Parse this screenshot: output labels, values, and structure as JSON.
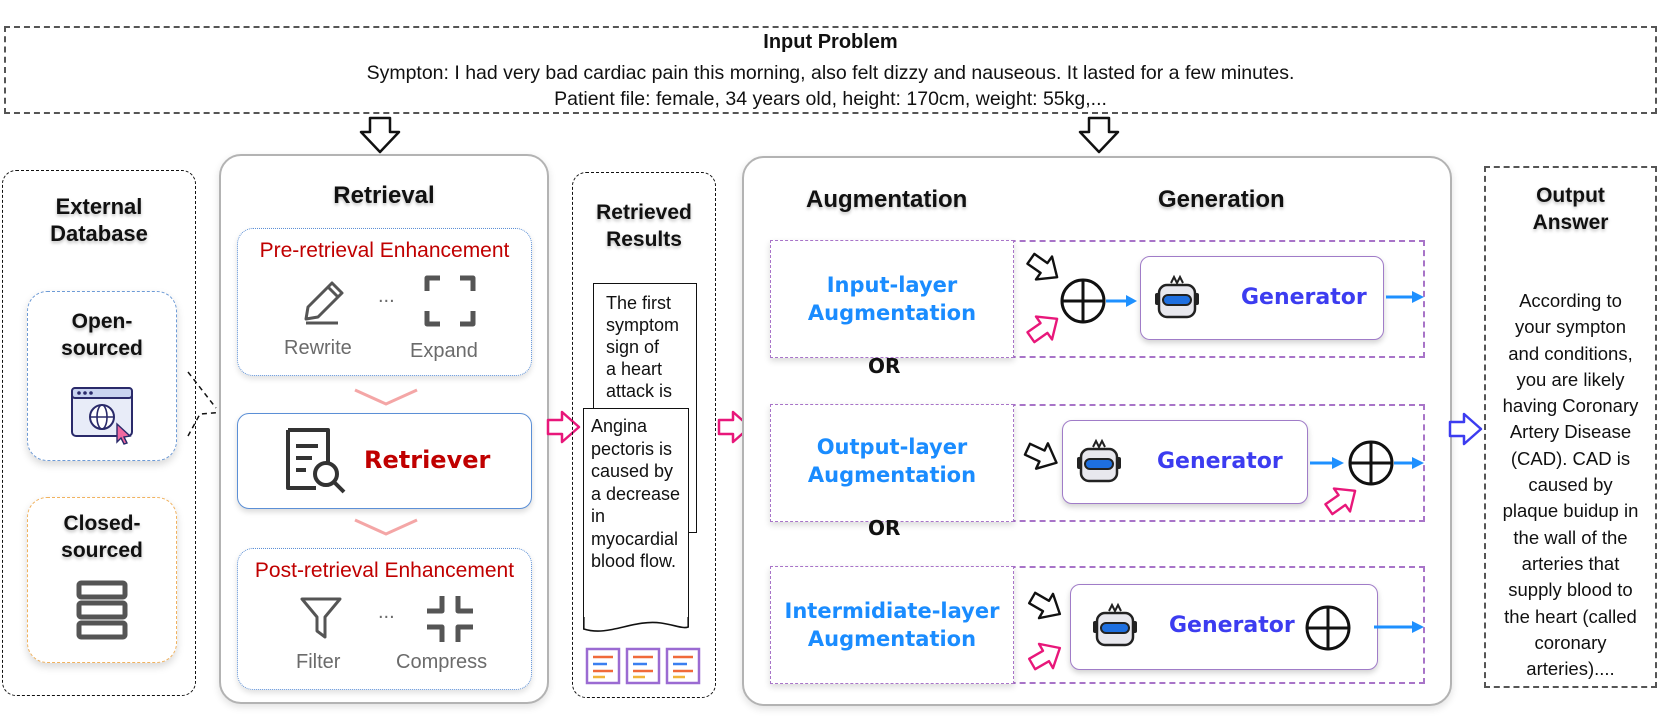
{
  "input": {
    "title": "Input Problem",
    "line1": "Sympton: I had very bad cardiac pain this morning, also felt dizzy and nauseous. It lasted for a few minutes.",
    "line2": "Patient file: female, 34 years old, height: 170cm, weight: 55kg,..."
  },
  "database": {
    "title_line1": "External",
    "title_line2": "Database",
    "open_line1": "Open-",
    "open_line2": "sourced",
    "closed_line1": "Closed-",
    "closed_line2": "sourced"
  },
  "retrieval": {
    "title": "Retrieval",
    "pre": "Pre-retrieval Enhancement",
    "rewrite": "Rewrite",
    "expand": "Expand",
    "ellipsis": "...",
    "retriever": "Retriever",
    "post": "Post-retrieval Enhancement",
    "filter": "Filter",
    "compress": "Compress"
  },
  "results": {
    "title_line1": "Retrieved",
    "title_line2": "Results",
    "doc1": [
      "The first",
      "symptom",
      "sign of",
      "a heart",
      "attack is"
    ],
    "doc2": [
      "Angina",
      "pectoris is",
      "caused by",
      "a decrease",
      "in",
      "myocardial",
      "blood flow."
    ]
  },
  "aug": {
    "aug_title": "Augmentation",
    "gen_title": "Generation",
    "input_l1": "Input-layer",
    "input_l2": "Augmentation",
    "output_l1": "Output-layer",
    "output_l2": "Augmentation",
    "inter_l1": "Intermidiate-layer",
    "inter_l2": "Augmentation",
    "or": "OR",
    "generator": "Generator"
  },
  "output": {
    "title_line1": "Output",
    "title_line2": "Answer",
    "lines": [
      "According to",
      "your sympton",
      "and conditions,",
      "you are likely",
      "having Coronary",
      "Artery Disease",
      "(CAD). CAD is",
      "caused by",
      "plaque buidup in",
      "the wall of the",
      "arteries that",
      "supply blood to",
      "the heart (called",
      "coronary",
      "arteries)...."
    ]
  },
  "colors": {
    "red_text": "#c00000",
    "aug_blue": "#1a8cff",
    "generator_blue": "#3c3cf0",
    "magenta_arrow": "#e8177a",
    "flow_arrow": "#1e90ff"
  }
}
